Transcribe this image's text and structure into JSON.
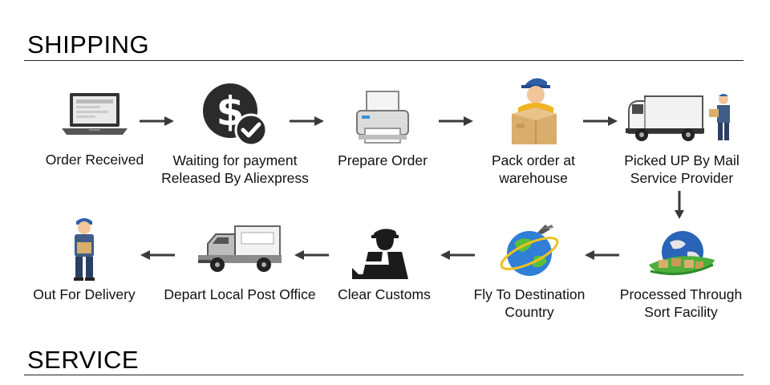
{
  "sections": {
    "shipping": "SHIPPING",
    "service": "SERVICE"
  },
  "steps": [
    {
      "label": "Order Received",
      "icon": "laptop-icon"
    },
    {
      "label": "Waiting for payment\nReleased By Aliexpress",
      "icon": "dollar-check-icon"
    },
    {
      "label": "Prepare Order",
      "icon": "printer-icon"
    },
    {
      "label": "Pack order at\nwarehouse",
      "icon": "courier-box-icon"
    },
    {
      "label": "Picked UP By Mail\nService Provider",
      "icon": "van-courier-icon"
    },
    {
      "label": "Processed Through\nSort Facility",
      "icon": "globe-parcels-icon"
    },
    {
      "label": "Fly To Destination\nCountry",
      "icon": "globe-plane-icon"
    },
    {
      "label": "Clear Customs",
      "icon": "customs-officer-icon"
    },
    {
      "label": "Depart Local Post Office",
      "icon": "truck-icon"
    },
    {
      "label": "Out For Delivery",
      "icon": "delivery-man-icon"
    }
  ],
  "colors": {
    "arrow": "#3a3a3a",
    "box": "#d9ad6c",
    "uniform": "#3f5d86",
    "dark": "#1b1b1b"
  }
}
